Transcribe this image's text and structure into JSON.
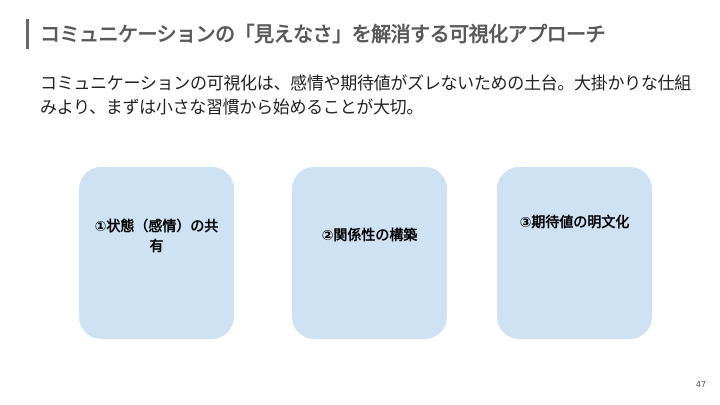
{
  "title": "コミュニケーションの「見えなさ」を解消する可視化アプローチ",
  "body": "コミュニケーションの可視化は、感情や期待値がズレないための土台。大掛かりな仕組みより、まずは小さな習慣から始めることが大切。",
  "cards": [
    {
      "label": "①状態（感情）の共有"
    },
    {
      "label": "②関係性の構築"
    },
    {
      "label": "③期待値の明文化"
    }
  ],
  "page_number": "47",
  "colors": {
    "card_bg": "#cfe2f3",
    "title": "#595959"
  }
}
